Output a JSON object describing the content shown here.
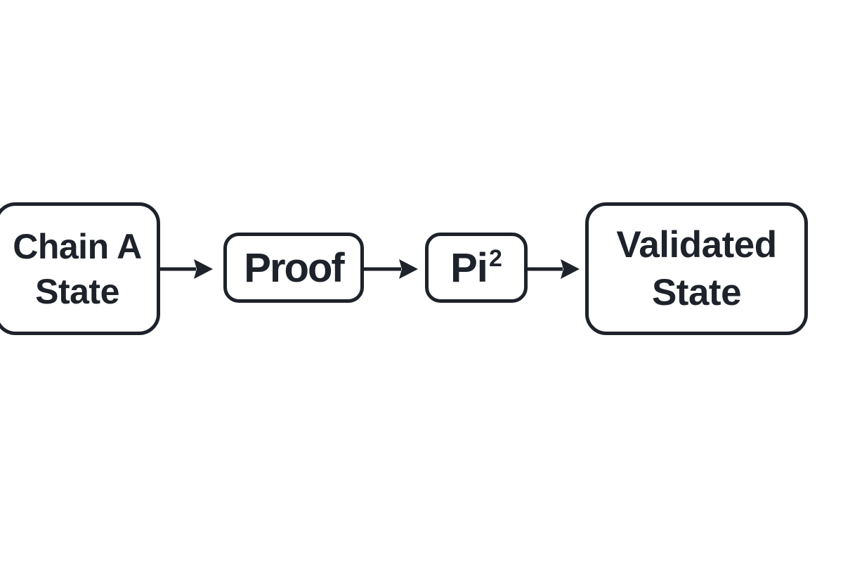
{
  "colors": {
    "ink": "#1e222a",
    "background": "#ffffff"
  },
  "diagram": {
    "type": "flowchart",
    "direction": "left-to-right",
    "nodes": [
      {
        "id": "chain-a-state",
        "label_line1": "Chain A",
        "label_line2": "State"
      },
      {
        "id": "proof",
        "label": "Proof"
      },
      {
        "id": "pi-squared",
        "label_base": "Pi",
        "label_superscript": "2"
      },
      {
        "id": "validated-state",
        "label_line1": "Validated",
        "label_line2": "State"
      }
    ],
    "connections": [
      {
        "from": "chain-a-state",
        "to": "proof"
      },
      {
        "from": "proof",
        "to": "pi-squared"
      },
      {
        "from": "pi-squared",
        "to": "validated-state"
      }
    ]
  }
}
